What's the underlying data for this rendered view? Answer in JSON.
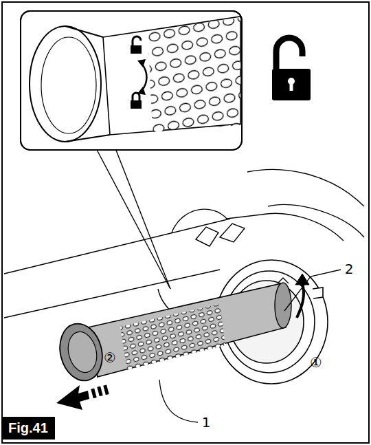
{
  "diagram": {
    "caption": "Fig.41",
    "labels": [
      "1",
      "2",
      "①",
      "②"
    ]
  }
}
